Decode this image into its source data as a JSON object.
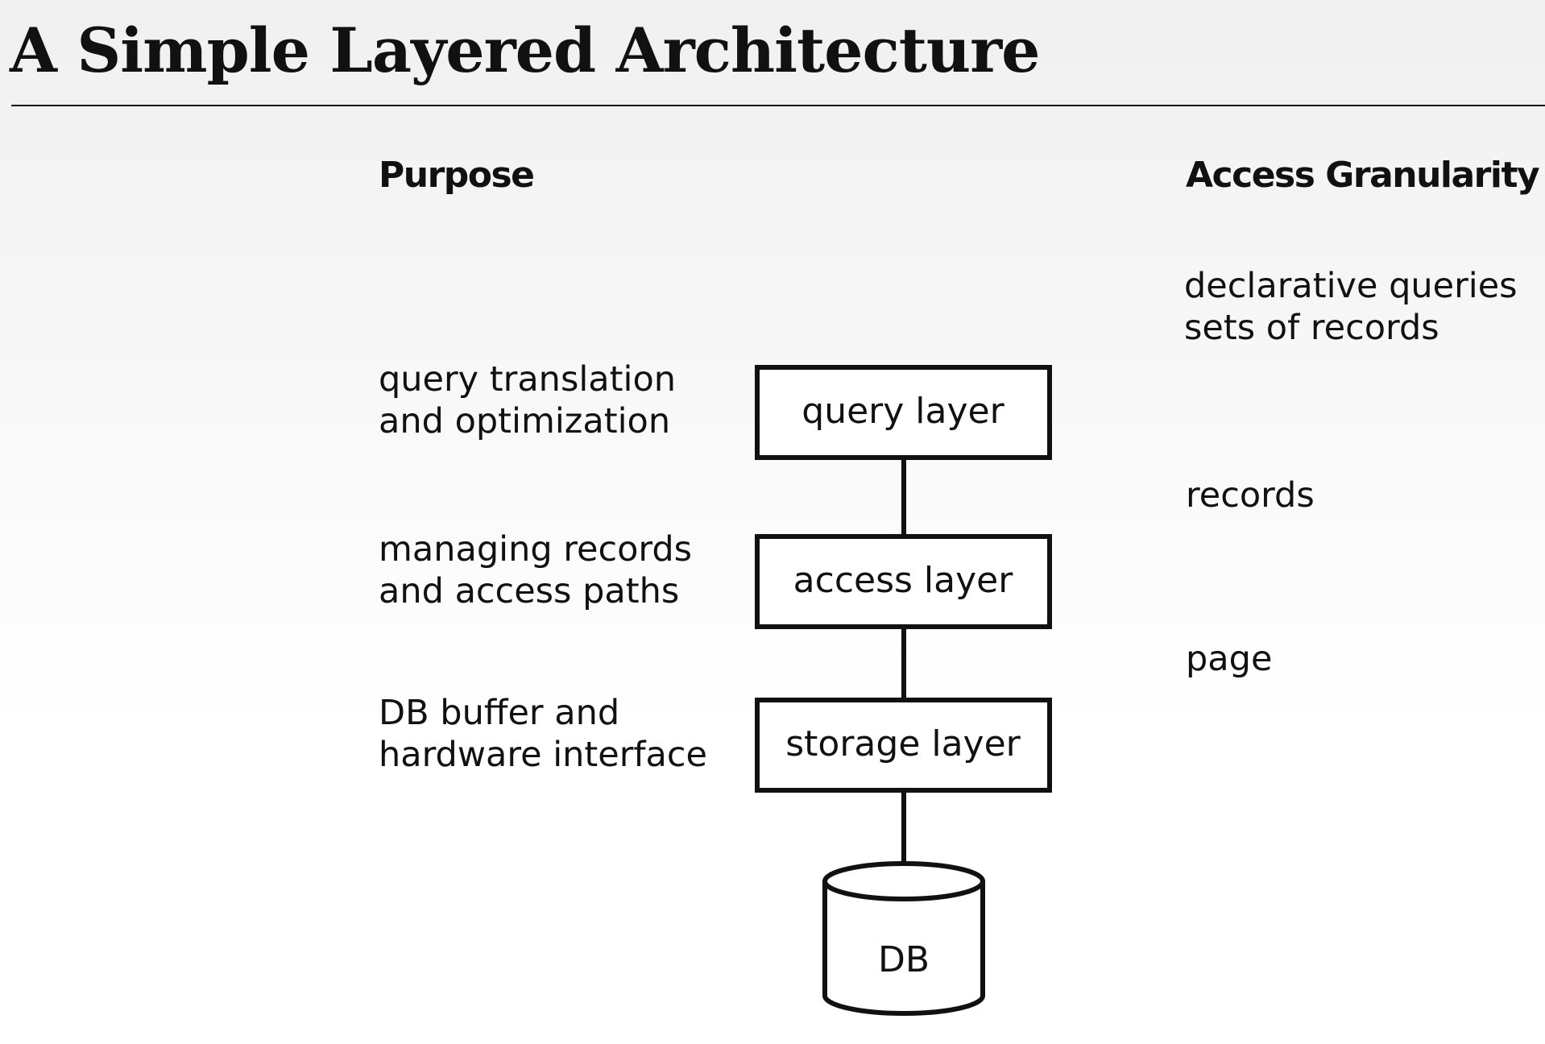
{
  "title": "A Simple Layered Architecture",
  "columns": {
    "purpose_header": "Purpose",
    "granularity_header": "Access Granularity"
  },
  "purpose": {
    "query": [
      "query translation",
      "and optimization"
    ],
    "access": [
      "managing records",
      "and access paths"
    ],
    "storage": [
      "DB buffer and",
      "hardware interface"
    ]
  },
  "granularity": {
    "top": [
      "declarative queries",
      "sets of records"
    ],
    "query_access": "records",
    "access_storage": "page"
  },
  "diagram": {
    "layers": [
      "query layer",
      "access layer",
      "storage layer"
    ],
    "database": "DB"
  }
}
